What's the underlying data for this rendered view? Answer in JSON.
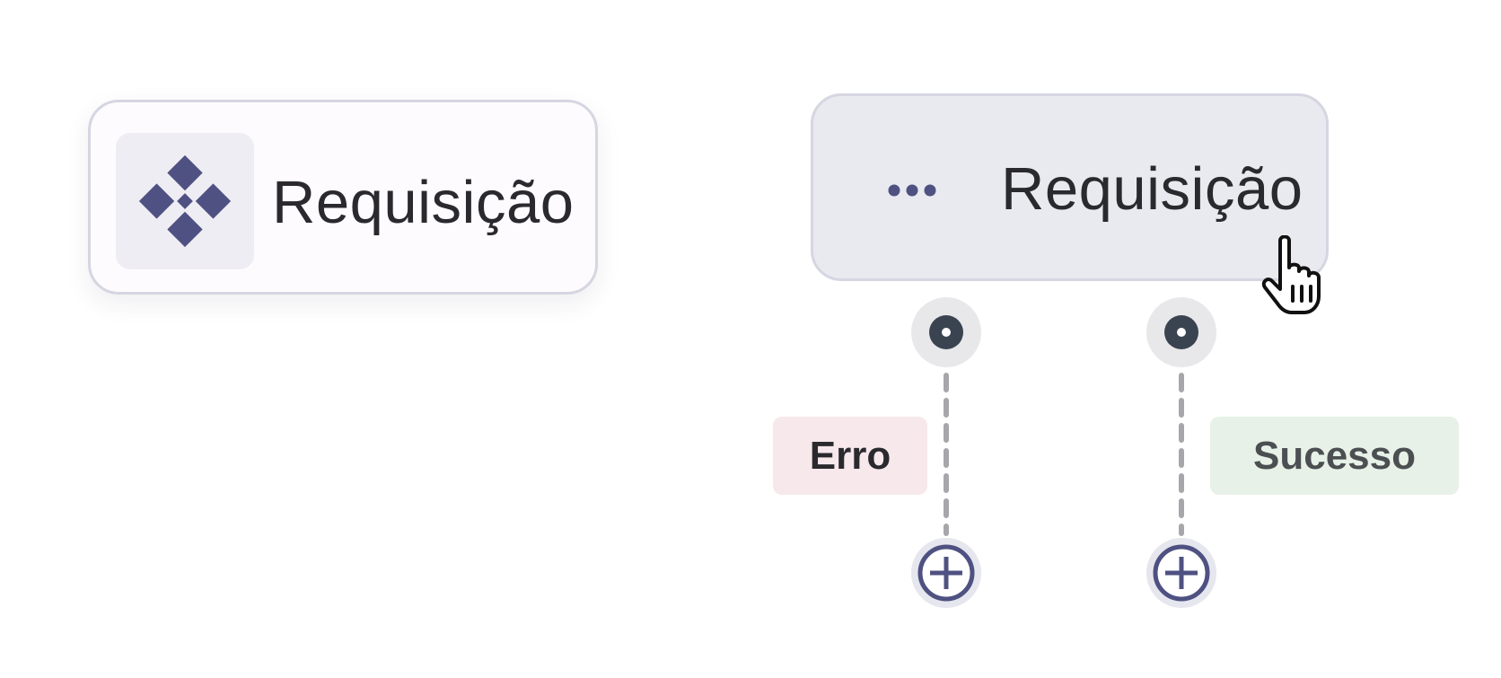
{
  "nodes": {
    "left": {
      "label": "Requisição",
      "icon": "diamond-grid-icon"
    },
    "right": {
      "label": "Requisição",
      "icon": "more-horizontal-icon",
      "state": "hovered"
    }
  },
  "branches": {
    "error": {
      "label": "Erro",
      "color": "#f7e8ec"
    },
    "success": {
      "label": "Sucesso",
      "color": "#e7f1e7"
    }
  },
  "colors": {
    "accent": "#4f5182",
    "handle": "#3a4450",
    "border": "#d6d6e2"
  }
}
